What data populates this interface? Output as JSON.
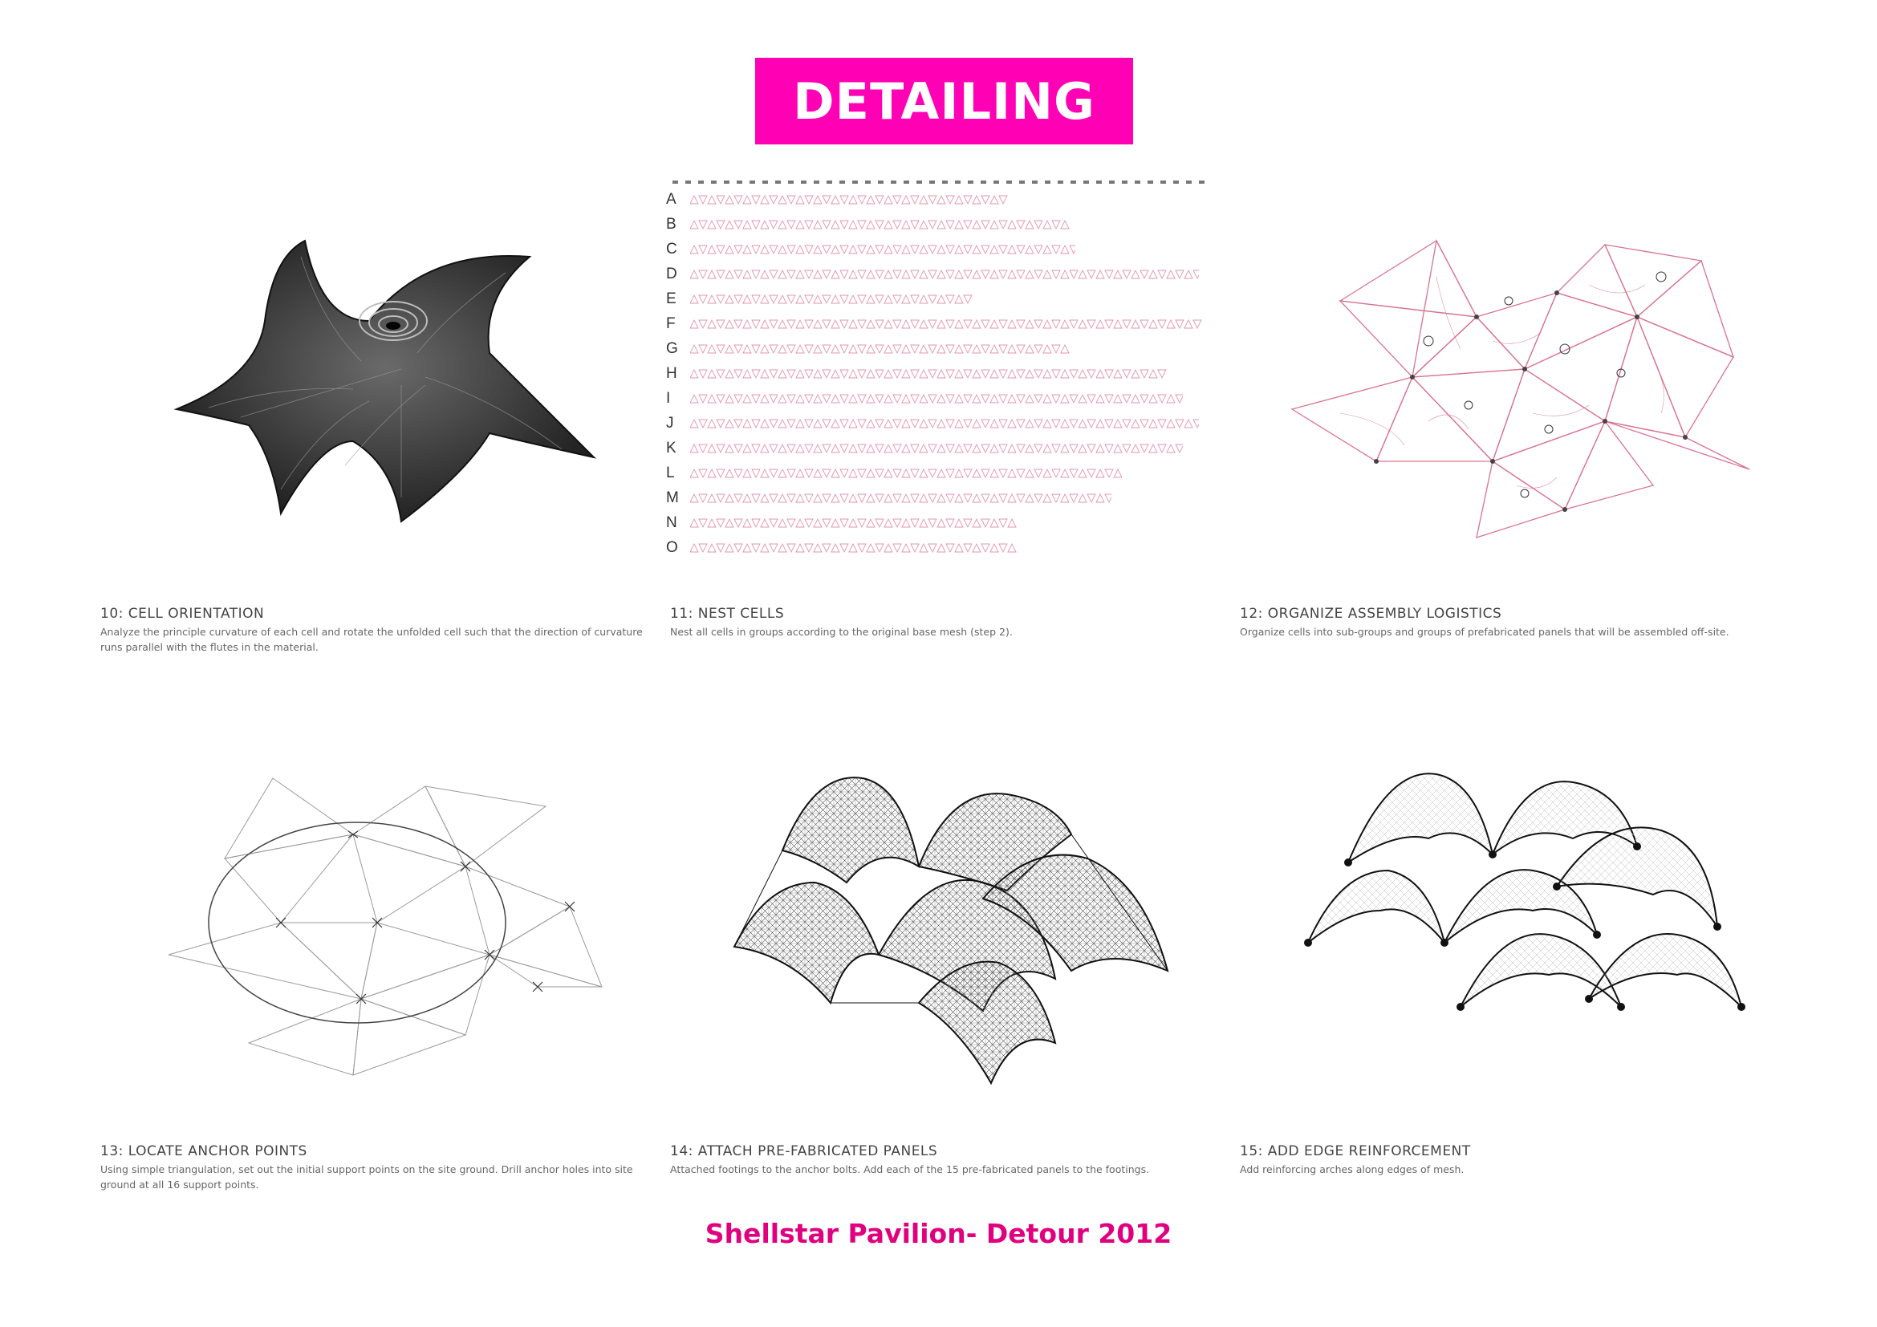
{
  "header": {
    "title": "DETAILING"
  },
  "footer": {
    "text": "Shellstar Pavilion- Detour 2012"
  },
  "colors": {
    "accent": "#ff00b4",
    "footer_text": "#e0007f",
    "pink_line": "#d9738f"
  },
  "panels": [
    {
      "title": "10: CELL ORIENTATION",
      "body": "Analyze the principle curvature of each cell and rotate the unfolded cell such that the direction of curvature runs parallel with the flutes in the material."
    },
    {
      "title": "11: NEST CELLS",
      "body": "Nest all cells in groups according to the original base mesh (step 2)."
    },
    {
      "title": "12: ORGANIZE ASSEMBLY LOGISTICS",
      "body": "Organize cells into sub-groups and groups of prefabricated panels that will be assembled off-site."
    },
    {
      "title": "13: LOCATE ANCHOR POINTS",
      "body": "Using simple triangulation, set out the initial support points on the site ground. Drill anchor holes into site ground at all 16 support points."
    },
    {
      "title": "14: ATTACH PRE-FABRICATED PANELS",
      "body": "Attached footings to the anchor bolts. Add each of the 15 pre-fabricated panels to the footings."
    },
    {
      "title": "15: ADD EDGE REINFORCEMENT",
      "body": "Add reinforcing arches along edges of mesh."
    }
  ],
  "nest": {
    "letters": [
      "A",
      "B",
      "C",
      "D",
      "E",
      "F",
      "G",
      "H",
      "I",
      "J",
      "K",
      "L",
      "M",
      "N",
      "O"
    ],
    "row_fill": [
      0.62,
      0.74,
      0.75,
      0.99,
      0.56,
      1.0,
      0.74,
      0.93,
      0.96,
      0.99,
      0.96,
      0.84,
      0.82,
      0.64,
      0.64
    ]
  }
}
